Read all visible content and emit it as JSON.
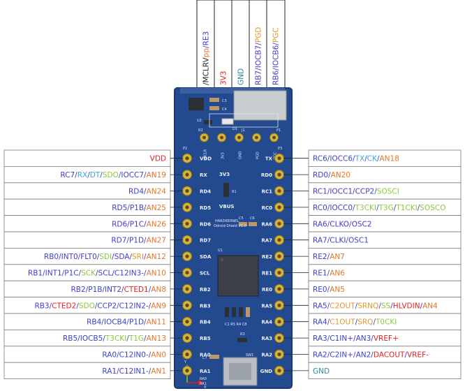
{
  "colors": {
    "board": "#234a8f",
    "board_edge": "#1a3a76",
    "pad": "#d7b43a",
    "hole": "#5a4a1a",
    "chip": "#3a3f48",
    "label_border": "#7b7b7b",
    "header_line": "#222222"
  },
  "top_header": {
    "pins": [
      {
        "name": "pin-mclr",
        "segments": [
          {
            "text": "/MCLR",
            "color": "#222222"
          },
          {
            "text": "V",
            "color": "#222222"
          },
          {
            "text": "pp",
            "color": "#e0762a"
          },
          {
            "text": "/RE3",
            "color": "#3e3ec8"
          }
        ]
      },
      {
        "name": "pin-3v3",
        "segments": [
          {
            "text": "3V3",
            "color": "#e02020"
          }
        ]
      },
      {
        "name": "pin-gnd",
        "segments": [
          {
            "text": "GND",
            "color": "#2a8aa0"
          }
        ]
      },
      {
        "name": "pin-rb7",
        "segments": [
          {
            "text": "RB7",
            "color": "#3e3ec8"
          },
          {
            "text": "/IOCB7/",
            "color": "#3e3ec8"
          },
          {
            "text": "PGD",
            "color": "#e0962a"
          }
        ]
      },
      {
        "name": "pin-rb6",
        "segments": [
          {
            "text": "RB6",
            "color": "#3e3ec8"
          },
          {
            "text": "/IOCB6/",
            "color": "#3e3ec8"
          },
          {
            "text": "PGC",
            "color": "#e0962a"
          }
        ]
      }
    ]
  },
  "left_pins": [
    {
      "silk": "VDD",
      "segments": [
        {
          "text": "VDD",
          "color": "#e02020"
        }
      ]
    },
    {
      "silk": "RX",
      "segments": [
        {
          "text": "RC7/",
          "color": "#3e3ec8"
        },
        {
          "text": "RX",
          "color": "#3aa8d8"
        },
        {
          "text": "/",
          "color": "#3e3ec8"
        },
        {
          "text": "DT",
          "color": "#3aa8d8"
        },
        {
          "text": "/",
          "color": "#3e3ec8"
        },
        {
          "text": "SDO",
          "color": "#8ac83a"
        },
        {
          "text": "/IOCC7/",
          "color": "#3e3ec8"
        },
        {
          "text": "AN19",
          "color": "#e0762a"
        }
      ]
    },
    {
      "silk": "RD4",
      "segments": [
        {
          "text": "RD4/",
          "color": "#3e3ec8"
        },
        {
          "text": "AN24",
          "color": "#e0762a"
        }
      ]
    },
    {
      "silk": "RD5",
      "segments": [
        {
          "text": "RD5/P1B/",
          "color": "#3e3ec8"
        },
        {
          "text": "AN25",
          "color": "#e0762a"
        }
      ]
    },
    {
      "silk": "RD6",
      "segments": [
        {
          "text": "RD6/P1C/",
          "color": "#3e3ec8"
        },
        {
          "text": "AN26",
          "color": "#e0762a"
        }
      ]
    },
    {
      "silk": "RD7",
      "segments": [
        {
          "text": "RD7/P1D/",
          "color": "#3e3ec8"
        },
        {
          "text": "AN27",
          "color": "#e0762a"
        }
      ]
    },
    {
      "silk": "SDA",
      "segments": [
        {
          "text": "RB0/INT0/FLT0/",
          "color": "#3e3ec8"
        },
        {
          "text": "SDI",
          "color": "#8ac83a"
        },
        {
          "text": "/SDA/",
          "color": "#3e3ec8"
        },
        {
          "text": "SRI",
          "color": "#e0962a"
        },
        {
          "text": "/",
          "color": "#3e3ec8"
        },
        {
          "text": "AN12",
          "color": "#e0762a"
        }
      ]
    },
    {
      "silk": "SCL",
      "segments": [
        {
          "text": "RB1/INT1/P1C/",
          "color": "#3e3ec8"
        },
        {
          "text": "SCK",
          "color": "#8ac83a"
        },
        {
          "text": "/SCL/C12IN3-/",
          "color": "#3e3ec8"
        },
        {
          "text": "AN10",
          "color": "#e0762a"
        }
      ]
    },
    {
      "silk": "RB2",
      "segments": [
        {
          "text": "RB2/P1B/INT2/",
          "color": "#3e3ec8"
        },
        {
          "text": "CTED1",
          "color": "#e02020"
        },
        {
          "text": "/",
          "color": "#3e3ec8"
        },
        {
          "text": "AN8",
          "color": "#e0762a"
        }
      ]
    },
    {
      "silk": "RB3",
      "segments": [
        {
          "text": "RB3/",
          "color": "#3e3ec8"
        },
        {
          "text": "CTED2",
          "color": "#e02020"
        },
        {
          "text": "/",
          "color": "#3e3ec8"
        },
        {
          "text": "SDO",
          "color": "#8ac83a"
        },
        {
          "text": "/CCP2/C12IN2-/",
          "color": "#3e3ec8"
        },
        {
          "text": "AN9",
          "color": "#e0762a"
        }
      ]
    },
    {
      "silk": "RB4",
      "segments": [
        {
          "text": "RB4/IOCB4/P1D/",
          "color": "#3e3ec8"
        },
        {
          "text": "AN11",
          "color": "#e0762a"
        }
      ]
    },
    {
      "silk": "RB5",
      "segments": [
        {
          "text": "RB5/IOCB5/",
          "color": "#3e3ec8"
        },
        {
          "text": "T3CKI",
          "color": "#8ac83a"
        },
        {
          "text": "/",
          "color": "#3e3ec8"
        },
        {
          "text": "T1G",
          "color": "#8ac83a"
        },
        {
          "text": "/",
          "color": "#3e3ec8"
        },
        {
          "text": "AN13",
          "color": "#e0762a"
        }
      ]
    },
    {
      "silk": "RA0",
      "segments": [
        {
          "text": "RA0/C12IN0-/",
          "color": "#3e3ec8"
        },
        {
          "text": "AN0",
          "color": "#e0762a"
        }
      ]
    },
    {
      "silk": "RA1",
      "segments": [
        {
          "text": "RA1/C12IN1-/",
          "color": "#3e3ec8"
        },
        {
          "text": "AN1",
          "color": "#e0762a"
        }
      ]
    }
  ],
  "right_pins": [
    {
      "silk": "TX",
      "segments": [
        {
          "text": "RC6/IOCC6/",
          "color": "#3e3ec8"
        },
        {
          "text": "TX",
          "color": "#3aa8d8"
        },
        {
          "text": "/",
          "color": "#3e3ec8"
        },
        {
          "text": "CK",
          "color": "#3aa8d8"
        },
        {
          "text": "/",
          "color": "#3e3ec8"
        },
        {
          "text": "AN18",
          "color": "#e0762a"
        }
      ]
    },
    {
      "silk": "RD0",
      "segments": [
        {
          "text": "RD0/",
          "color": "#3e3ec8"
        },
        {
          "text": "AN20",
          "color": "#e0762a"
        }
      ]
    },
    {
      "silk": "RC1",
      "segments": [
        {
          "text": "RC1/IOCC1/CCP2/",
          "color": "#3e3ec8"
        },
        {
          "text": "SOSCI",
          "color": "#8ac83a"
        }
      ]
    },
    {
      "silk": "RC0",
      "segments": [
        {
          "text": "RC0/IOCC0/",
          "color": "#3e3ec8"
        },
        {
          "text": "T3CKI",
          "color": "#8ac83a"
        },
        {
          "text": "/",
          "color": "#3e3ec8"
        },
        {
          "text": "T3G",
          "color": "#8ac83a"
        },
        {
          "text": "/",
          "color": "#3e3ec8"
        },
        {
          "text": "T1CKI",
          "color": "#8ac83a"
        },
        {
          "text": "/",
          "color": "#3e3ec8"
        },
        {
          "text": "SOSCO",
          "color": "#8ac83a"
        }
      ]
    },
    {
      "silk": "RA6",
      "segments": [
        {
          "text": "RA6/CLKO/OSC2",
          "color": "#3e3ec8"
        }
      ]
    },
    {
      "silk": "RA7",
      "segments": [
        {
          "text": "RA7/CLKI/OSC1",
          "color": "#3e3ec8"
        }
      ]
    },
    {
      "silk": "RE2",
      "segments": [
        {
          "text": "RE2/",
          "color": "#3e3ec8"
        },
        {
          "text": "AN7",
          "color": "#e0762a"
        }
      ]
    },
    {
      "silk": "RE1",
      "segments": [
        {
          "text": "RE1/",
          "color": "#3e3ec8"
        },
        {
          "text": "AN6",
          "color": "#e0762a"
        }
      ]
    },
    {
      "silk": "RE0",
      "segments": [
        {
          "text": "RE0/",
          "color": "#3e3ec8"
        },
        {
          "text": "AN5",
          "color": "#e0762a"
        }
      ]
    },
    {
      "silk": "RA5",
      "segments": [
        {
          "text": "RA5/",
          "color": "#3e3ec8"
        },
        {
          "text": "C2OUT",
          "color": "#e0962a"
        },
        {
          "text": "/",
          "color": "#3e3ec8"
        },
        {
          "text": "SRNQ",
          "color": "#e0962a"
        },
        {
          "text": "/",
          "color": "#3e3ec8"
        },
        {
          "text": "SS",
          "color": "#8ac83a"
        },
        {
          "text": "/",
          "color": "#3e3ec8"
        },
        {
          "text": "HLVDIN",
          "color": "#e02020"
        },
        {
          "text": "/",
          "color": "#3e3ec8"
        },
        {
          "text": "AN4",
          "color": "#e0762a"
        }
      ]
    },
    {
      "silk": "RA4",
      "segments": [
        {
          "text": "RA4/",
          "color": "#3e3ec8"
        },
        {
          "text": "C1OUT",
          "color": "#e0962a"
        },
        {
          "text": "/",
          "color": "#3e3ec8"
        },
        {
          "text": "SRQ",
          "color": "#e0962a"
        },
        {
          "text": "/",
          "color": "#3e3ec8"
        },
        {
          "text": "T0CKI",
          "color": "#8ac83a"
        }
      ]
    },
    {
      "silk": "RA3",
      "segments": [
        {
          "text": "RA3/",
          "color": "#3e3ec8"
        },
        {
          "text": "C1IN+",
          "color": "#3e3ec8"
        },
        {
          "text": "/AN3/",
          "color": "#3e3ec8"
        },
        {
          "text": "VREF+",
          "color": "#e02020"
        }
      ]
    },
    {
      "silk": "RA2",
      "segments": [
        {
          "text": "RA2/C2IN+/AN2/",
          "color": "#3e3ec8"
        },
        {
          "text": "DACOUT",
          "color": "#e02020"
        },
        {
          "text": "/",
          "color": "#3e3ec8"
        },
        {
          "text": "VREF-",
          "color": "#e02020"
        }
      ]
    },
    {
      "silk": "GND",
      "segments": [
        {
          "text": "GND",
          "color": "#2a8aa0"
        }
      ]
    }
  ],
  "board": {
    "header_silk": [
      "MCLR",
      "3V3",
      "GND",
      "PGD",
      "PGC"
    ],
    "p2_label": "P2",
    "p3_label": "P3",
    "p1_label": "P1",
    "j1_label": "J1",
    "d1_label": "D1",
    "r2_label": "R2",
    "u2_label": "U2",
    "c3_label": "C3",
    "c4_label": "C4",
    "c5_label": "C5",
    "c6_label": "C6",
    "c7_label": "C7",
    "r1_label": "R1",
    "r3_label": "R3",
    "u1_label": "U1",
    "sw1_label": "SW1",
    "label_3v3": "3V3",
    "label_vbus": "VBUS",
    "brand_1": "HARDKERNEL",
    "brand_2": "Odroid-Shield V1.0",
    "bottom_label": "C1 R5 R4 C8",
    "x_label": "X",
    "y_label": "Y",
    "ra0_label": "RA0",
    "ra1_label": "RA1"
  }
}
